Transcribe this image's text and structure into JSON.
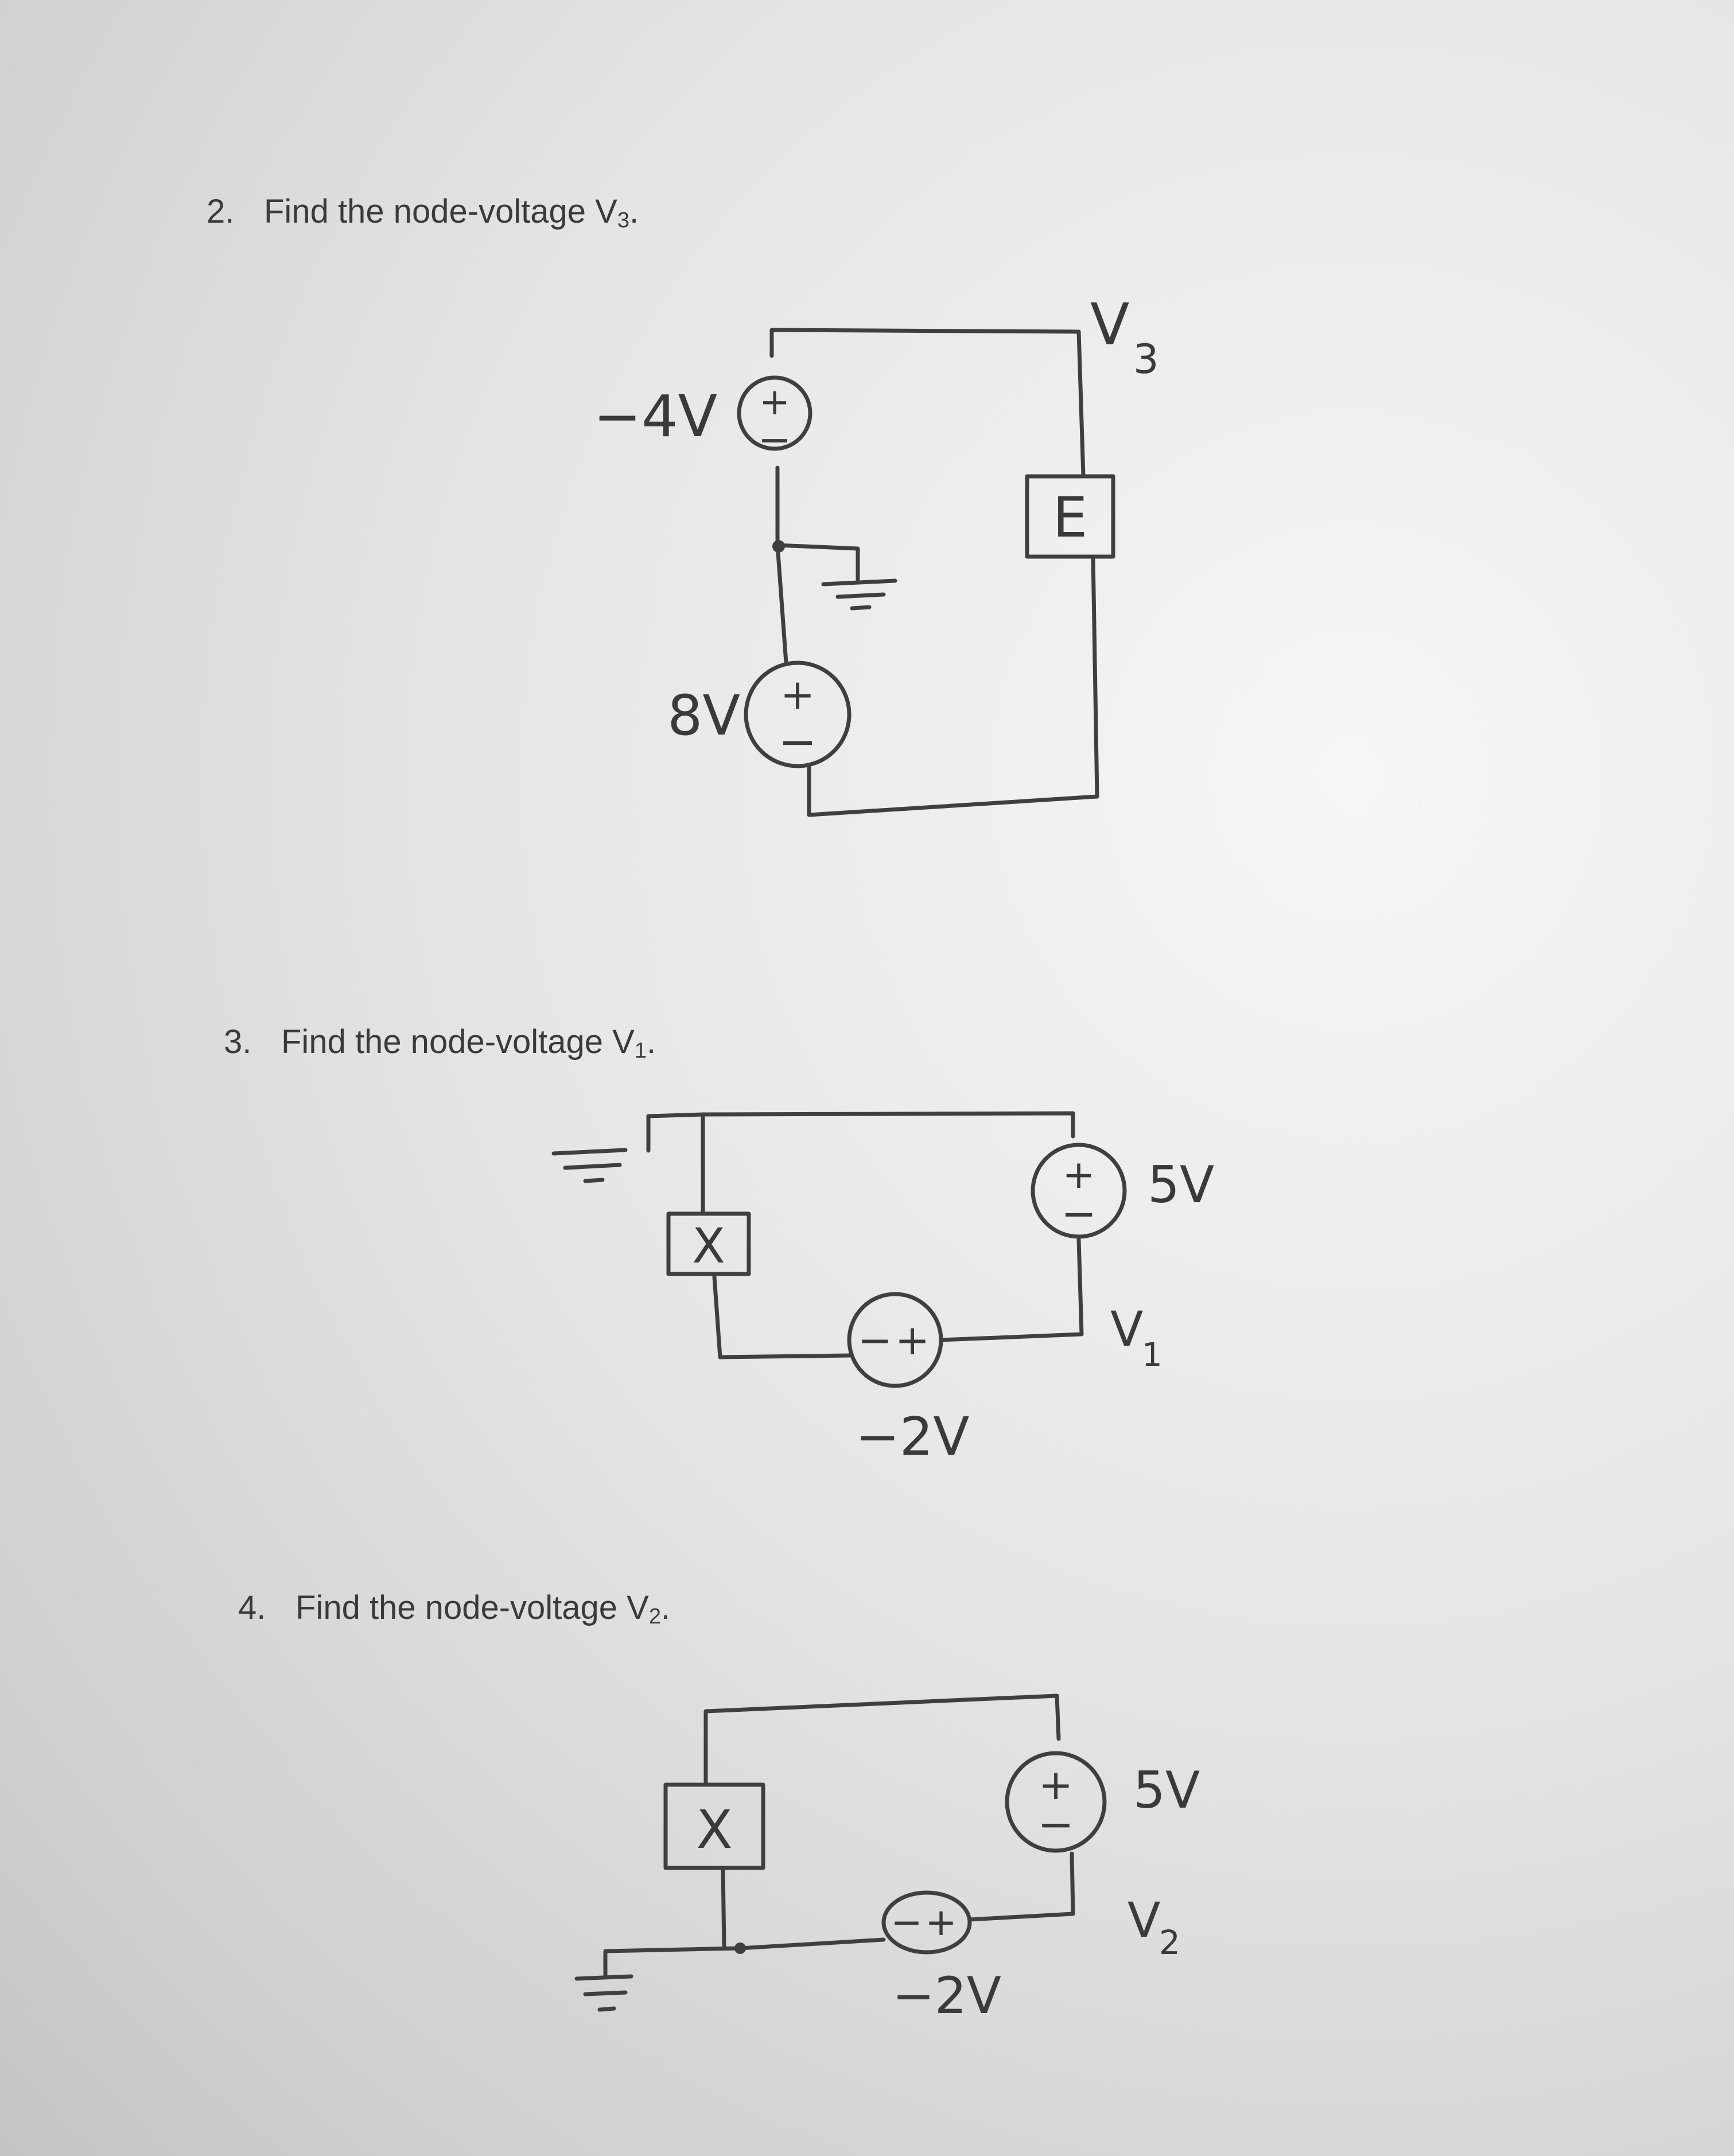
{
  "problems": [
    {
      "number": "2.",
      "text": "Find the node-voltage V",
      "subscript": "3",
      "suffix": "."
    },
    {
      "number": "3.",
      "text": "Find the node-voltage V",
      "subscript": "1",
      "suffix": "."
    },
    {
      "number": "4.",
      "text": "Find the node-voltage V",
      "subscript": "2",
      "suffix": "."
    }
  ],
  "circuit2": {
    "source_top_label": "−4V",
    "source_bottom_label": "8V",
    "element_label": "E",
    "node_label": "V",
    "node_sub": "3",
    "plus": "+",
    "minus": "−"
  },
  "circuit3": {
    "element_label": "X",
    "source_right_label": "5V",
    "source_bottom_label": "−2V",
    "node_label": "V",
    "node_sub": "1",
    "plus": "+",
    "minus": "−"
  },
  "circuit4": {
    "element_label": "X",
    "source_right_label": "5V",
    "source_bottom_label": "−2V",
    "node_label": "V",
    "node_sub": "2",
    "plus": "+",
    "minus": "−"
  }
}
